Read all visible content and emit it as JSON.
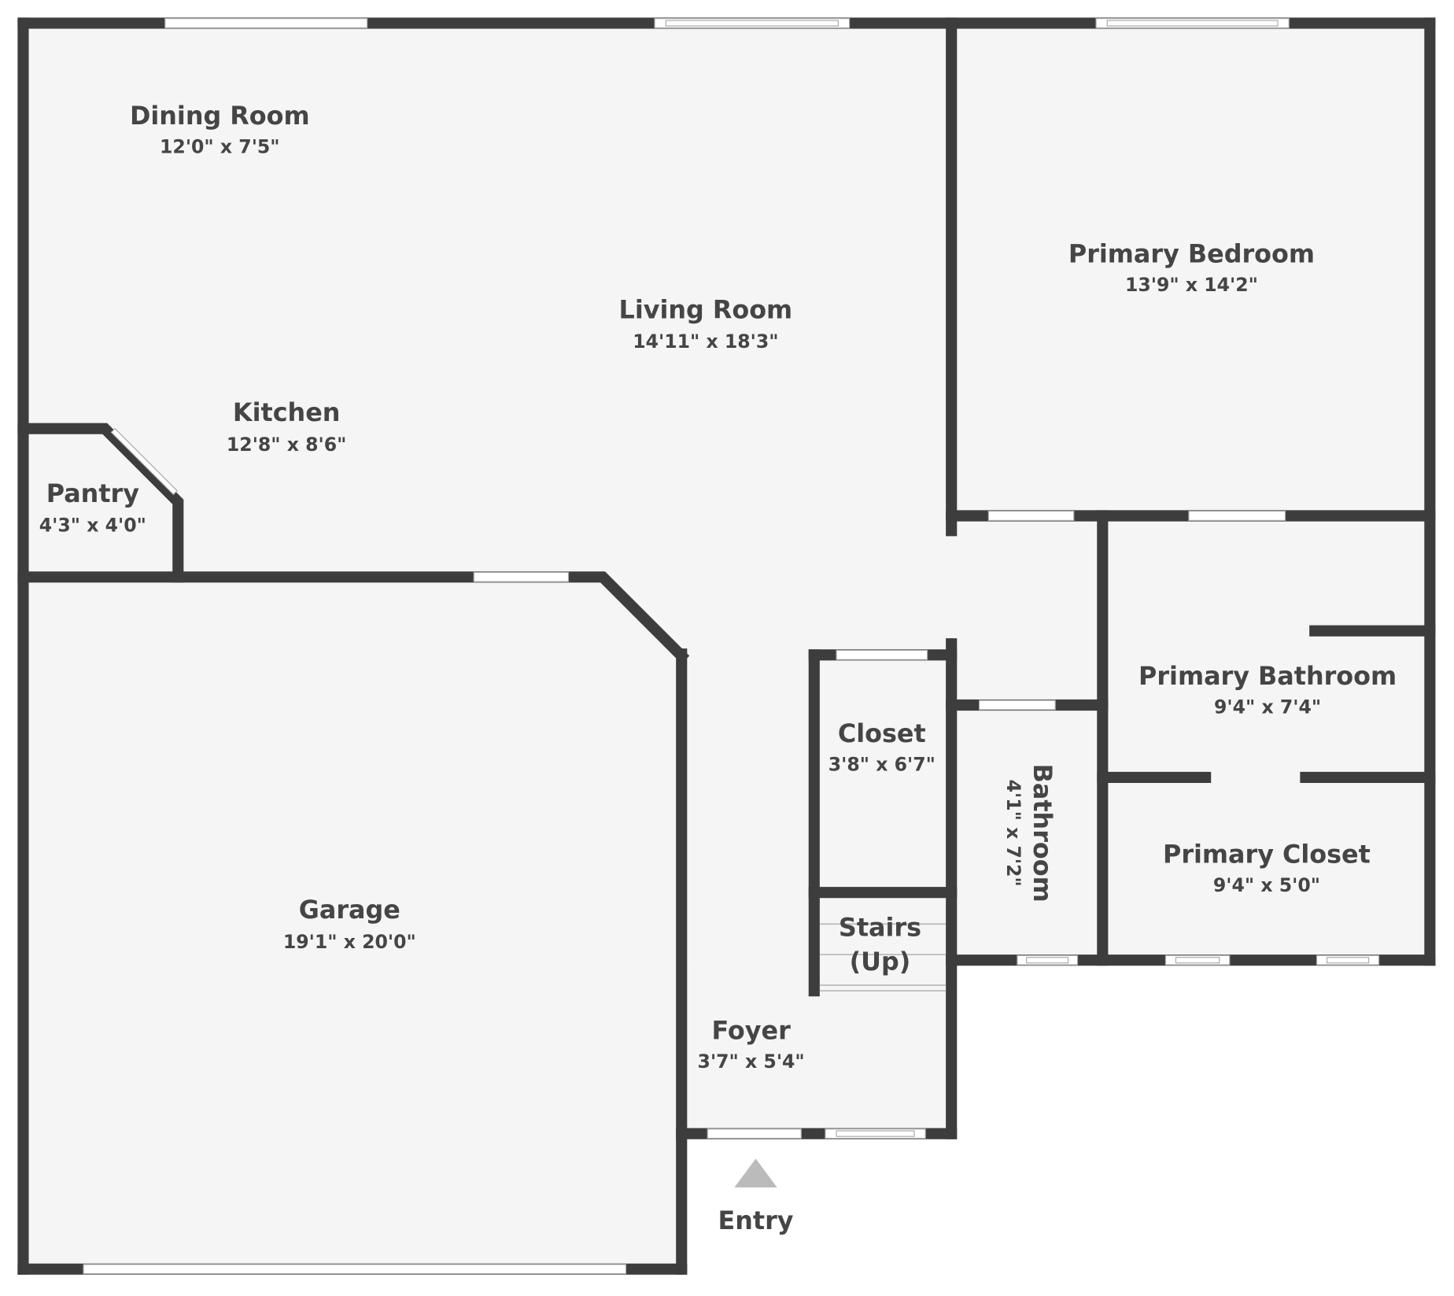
{
  "rooms": {
    "dining": {
      "name": "Dining Room",
      "dims": "12'0\" x 7'5\""
    },
    "living": {
      "name": "Living Room",
      "dims": "14'11\" x 18'3\""
    },
    "kitchen": {
      "name": "Kitchen",
      "dims": "12'8\" x 8'6\""
    },
    "pantry": {
      "name": "Pantry",
      "dims": "4'3\" x 4'0\""
    },
    "garage": {
      "name": "Garage",
      "dims": "19'1\" x 20'0\""
    },
    "primary_bedroom": {
      "name": "Primary Bedroom",
      "dims": "13'9\" x 14'2\""
    },
    "primary_bathroom": {
      "name": "Primary Bathroom",
      "dims": "9'4\" x 7'4\""
    },
    "primary_closet": {
      "name": "Primary Closet",
      "dims": "9'4\" x 5'0\""
    },
    "bathroom": {
      "name": "Bathroom",
      "dims": "4'1\" x 7'2\""
    },
    "closet": {
      "name": "Closet",
      "dims": "3'8\" x 6'7\""
    },
    "stairs": {
      "name_line1": "Stairs",
      "name_line2": "(Up)"
    },
    "foyer": {
      "name": "Foyer",
      "dims": "3'7\" x 5'4\""
    }
  },
  "entry": {
    "label": "Entry"
  },
  "colors": {
    "wall": "#3d3d3d",
    "floor": "#f5f5f5",
    "text": "#454545",
    "entry_marker": "#bbbbbb"
  }
}
